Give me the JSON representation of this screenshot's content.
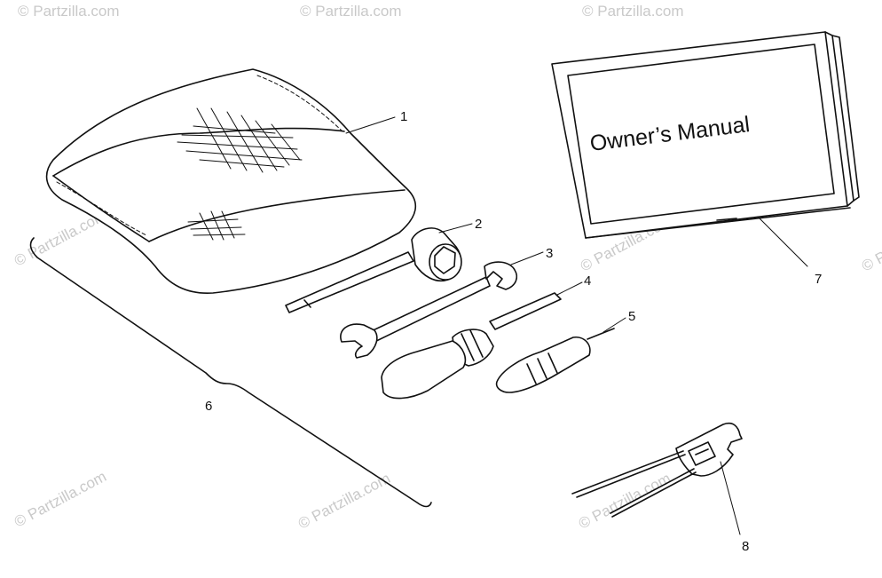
{
  "watermark": "© Partzilla.com",
  "manual": {
    "title": "Owner’s Manual"
  },
  "callouts": [
    {
      "id": "1",
      "label": "1"
    },
    {
      "id": "2",
      "label": "2"
    },
    {
      "id": "3",
      "label": "3"
    },
    {
      "id": "4",
      "label": "4"
    },
    {
      "id": "5",
      "label": "5"
    },
    {
      "id": "6",
      "label": "6"
    },
    {
      "id": "7",
      "label": "7"
    },
    {
      "id": "8",
      "label": "8"
    }
  ]
}
